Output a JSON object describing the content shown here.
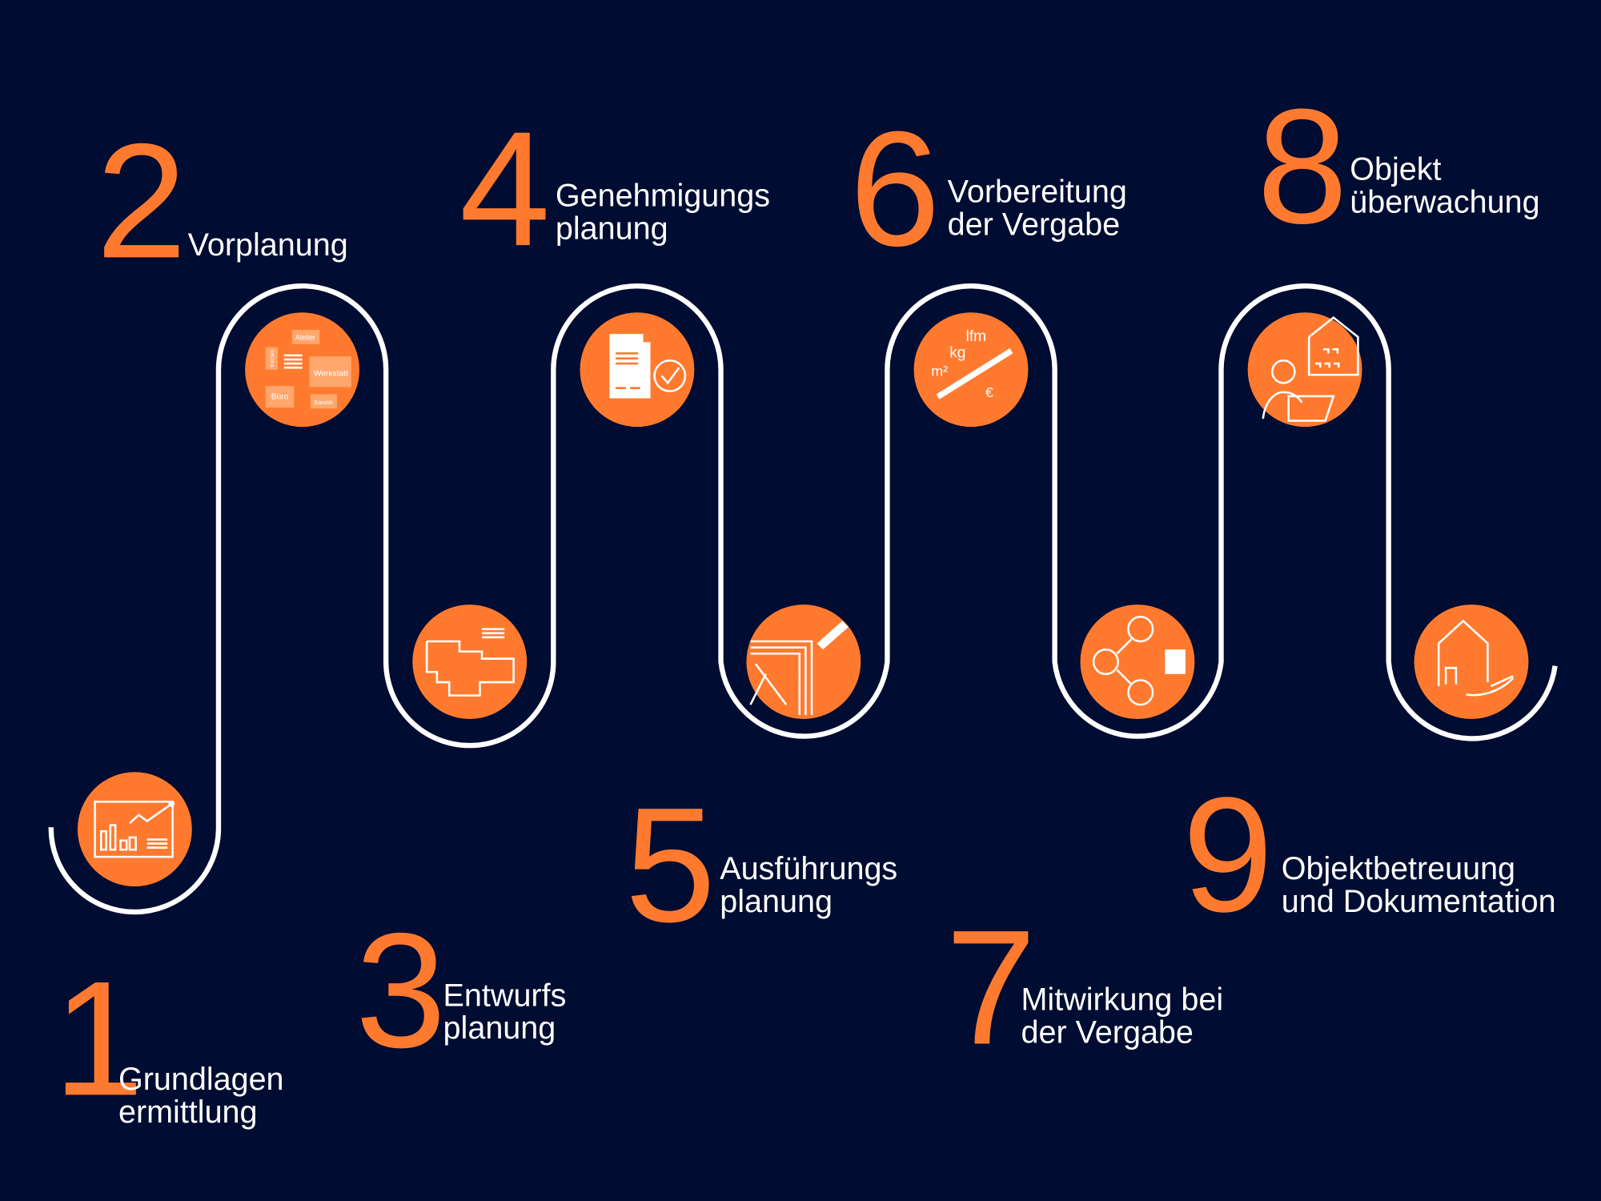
{
  "colors": {
    "background": "#000c31",
    "accent": "#ff7a2f",
    "path": "#ffffff"
  },
  "phases": [
    {
      "number": "1",
      "line1": "Grundlagen",
      "line2": "ermittlung",
      "icon": "chart-analysis-icon"
    },
    {
      "number": "2",
      "line1": "Vorplanung",
      "line2": "",
      "icon": "room-program-icon"
    },
    {
      "number": "3",
      "line1": "Entwurfs",
      "line2": "planung",
      "icon": "floor-plan-icon"
    },
    {
      "number": "4",
      "line1": "Genehmigungs",
      "line2": "planung",
      "icon": "approved-document-icon"
    },
    {
      "number": "5",
      "line1": "Ausführungs",
      "line2": "planung",
      "icon": "detail-drawing-pencil-icon"
    },
    {
      "number": "6",
      "line1": "Vorbereitung",
      "line2": "der Vergabe",
      "icon": "ruler-quantities-icon"
    },
    {
      "number": "7",
      "line1": "Mitwirkung bei",
      "line2": "der Vergabe",
      "icon": "bidders-network-icon"
    },
    {
      "number": "8",
      "line1": "Objekt",
      "line2": "überwachung",
      "icon": "site-supervision-icon"
    },
    {
      "number": "9",
      "line1": "Objektbetreuung",
      "line2": "und Dokumentation",
      "icon": "house-handover-icon"
    }
  ],
  "icon_labels": {
    "rooms": [
      "Atelier",
      "Kochen",
      "Werkstatt",
      "Büro",
      "Sanitär"
    ],
    "units": [
      "lfm",
      "kg",
      "m²",
      "€"
    ]
  }
}
